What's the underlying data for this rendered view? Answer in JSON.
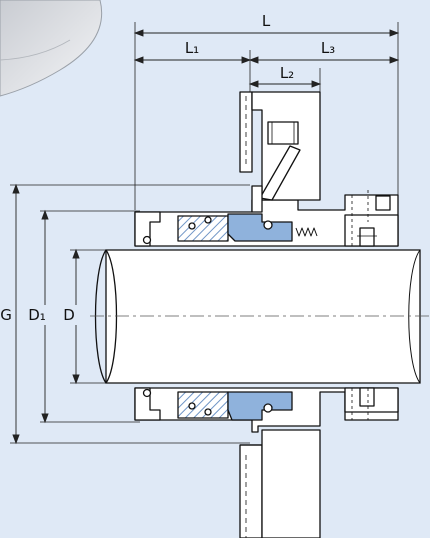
{
  "diagram": {
    "labels": {
      "L": "L",
      "L1": "L₁",
      "L2": "L₂",
      "L3": "L₃",
      "G": "G",
      "D1": "D₁",
      "D": "D"
    },
    "colors": {
      "background": "#dfe9f6",
      "metal": "#ffffff",
      "outline": "#111111",
      "seal_face": "#8fb2dc",
      "hatch": "#6f95c6",
      "centerline": "#555555"
    }
  }
}
